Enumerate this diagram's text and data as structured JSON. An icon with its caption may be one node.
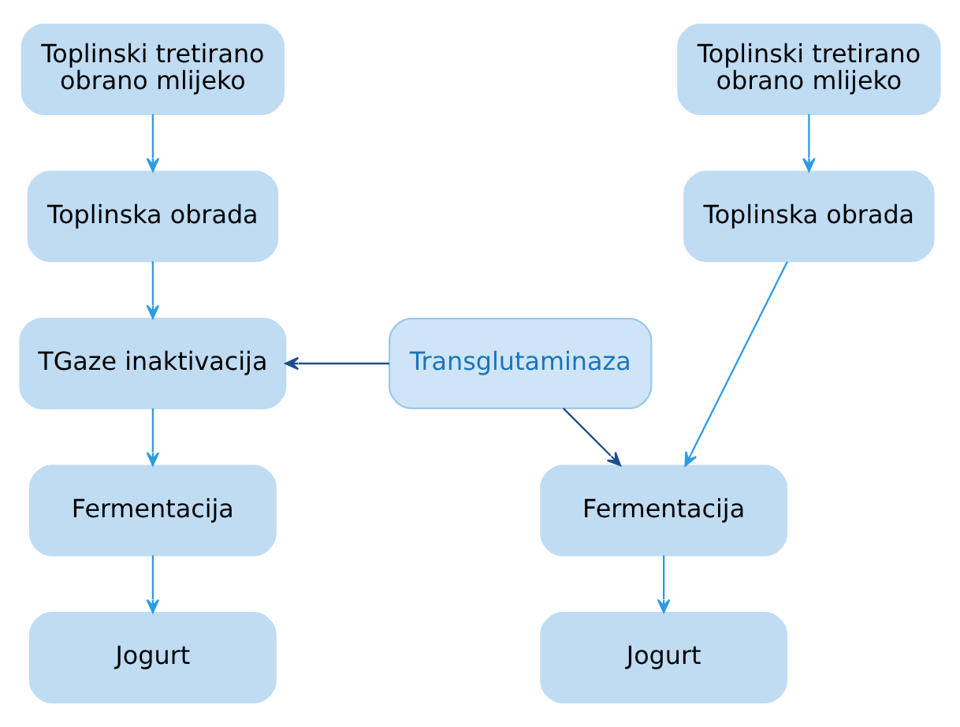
{
  "diagram": {
    "nodes": [
      {
        "text": [
          "Toplinski tretirano obrano mlijeko"
        ]
      },
      {
        "text": [
          "Toplinska obrada"
        ]
      },
      {
        "text": [
          "TGaze inaktivacija"
        ]
      },
      {
        "text": [
          "Fermentacija"
        ]
      },
      {
        "text": [
          "Jogurt"
        ]
      },
      {
        "text": [
          "Transglutaminaza"
        ]
      },
      {
        "text": [
          "Toplinski tretirano obrano mlijeko"
        ]
      },
      {
        "text": [
          "Toplinska obrada"
        ]
      },
      {
        "text": [
          "Fermentacija"
        ]
      },
      {
        "text": [
          "Jogurt"
        ]
      }
    ],
    "edges": [
      {
        "from": 0,
        "to": 1,
        "arrow": "to"
      },
      {
        "from": 1,
        "to": 2,
        "arrow": "to"
      },
      {
        "from": 5,
        "to": 2,
        "arrow": "to",
        "color": "#1f4e8c"
      },
      {
        "from": 2,
        "to": 3,
        "arrow": "to"
      },
      {
        "from": 3,
        "to": 4,
        "arrow": "to"
      },
      {
        "from": 6,
        "to": 7,
        "arrow": "to"
      },
      {
        "from": 7,
        "to": 8,
        "arrow": "to"
      },
      {
        "from": 5,
        "to": 8,
        "arrow": "to",
        "color": "#1f4e8c"
      },
      {
        "from": 8,
        "to": 9,
        "arrow": "to"
      }
    ]
  }
}
